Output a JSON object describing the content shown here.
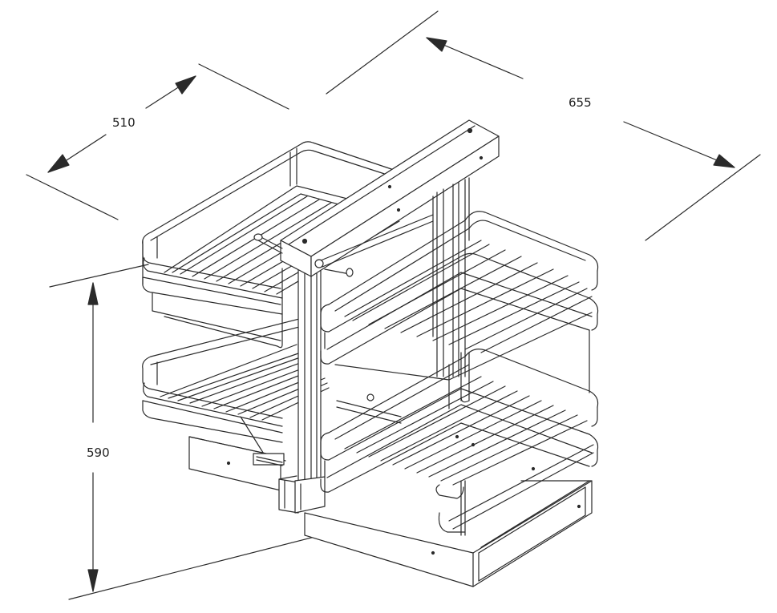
{
  "dimensions": {
    "depth_left": "510",
    "width_right": "655",
    "height": "590"
  },
  "colors": {
    "line": "#2a2a2a",
    "fill_dark": "#4a4a4a",
    "fill_light": "#f4f4f4"
  }
}
